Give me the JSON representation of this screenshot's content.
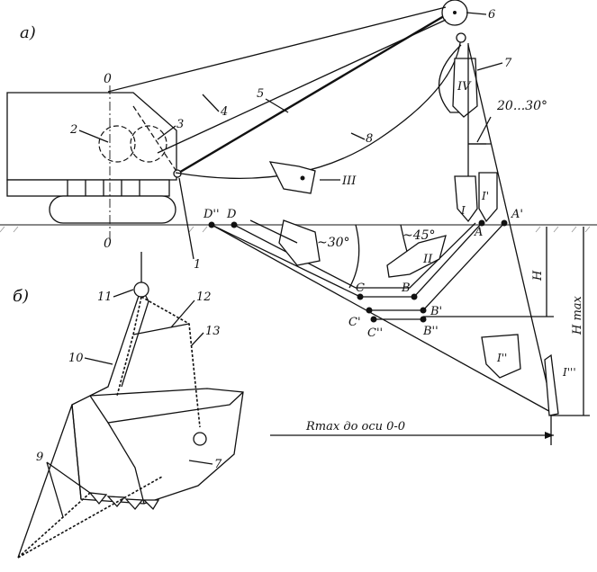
{
  "labels": {
    "part_a": "а)",
    "part_b": "б)",
    "axis_o_top": "0",
    "axis_o_bottom": "0",
    "angle_20_30": "20...30°",
    "angle_30": "~30°",
    "angle_45": "~45°",
    "bucket_i": "I",
    "bucket_i_prime": "I'",
    "bucket_i_double": "I''",
    "bucket_i_triple": "I'''",
    "bucket_ii": "II",
    "bucket_iii": "III",
    "bucket_iv": "IV",
    "point_a": "A",
    "point_a1": "A'",
    "point_b": "B",
    "point_b1": "B'",
    "point_b2": "B''",
    "point_c": "C",
    "point_c1": "C'",
    "point_c2": "C''",
    "point_d": "D",
    "point_d2": "D''",
    "dim_h": "H",
    "dim_hmax": "H max",
    "dim_rmax": "Rmax  до оси 0-0"
  },
  "callouts": {
    "n1": "1",
    "n2": "2",
    "n3": "3",
    "n4": "4",
    "n5": "5",
    "n6": "6",
    "n7": "7",
    "n8": "8",
    "n9": "9",
    "n10": "10",
    "n11": "11",
    "n12": "12",
    "n13": "13",
    "n7b": "7"
  }
}
